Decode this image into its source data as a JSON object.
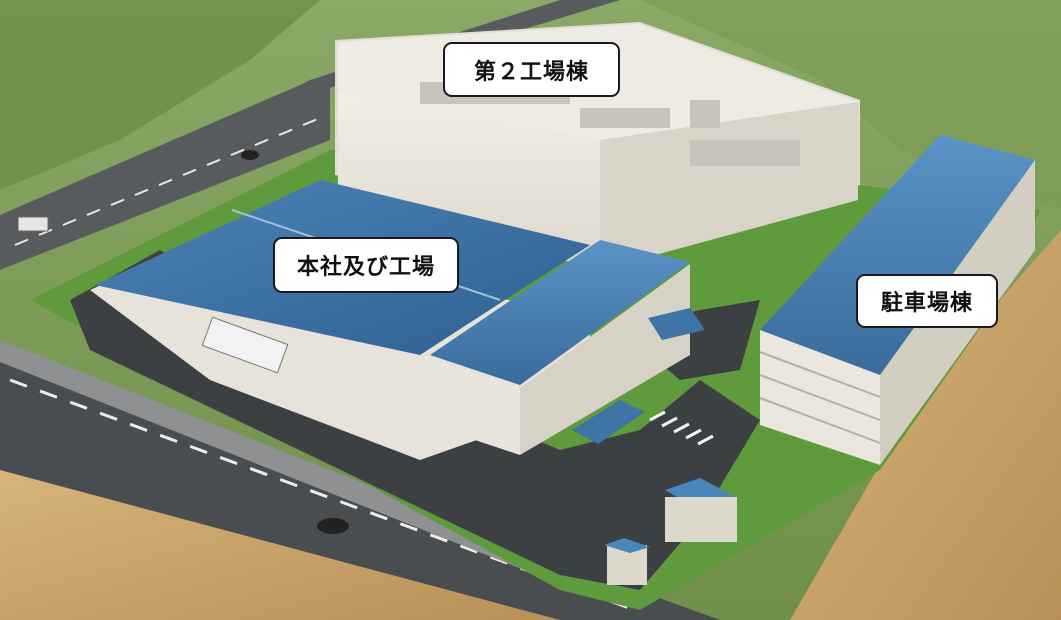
{
  "labels": {
    "factory2": "第２工場棟",
    "headquarters": "本社及び工場",
    "parking": "駐車場棟"
  },
  "colors": {
    "roof_blue": "#3f74a6",
    "roof_blue_dark": "#2c5883",
    "wall": "#e9e5dc",
    "factory2_wall": "#ece8de",
    "grass": "#5f9b3c",
    "road": "#4a4d50",
    "field_dry": "#c9a66a",
    "field_green": "#7e9a55"
  }
}
